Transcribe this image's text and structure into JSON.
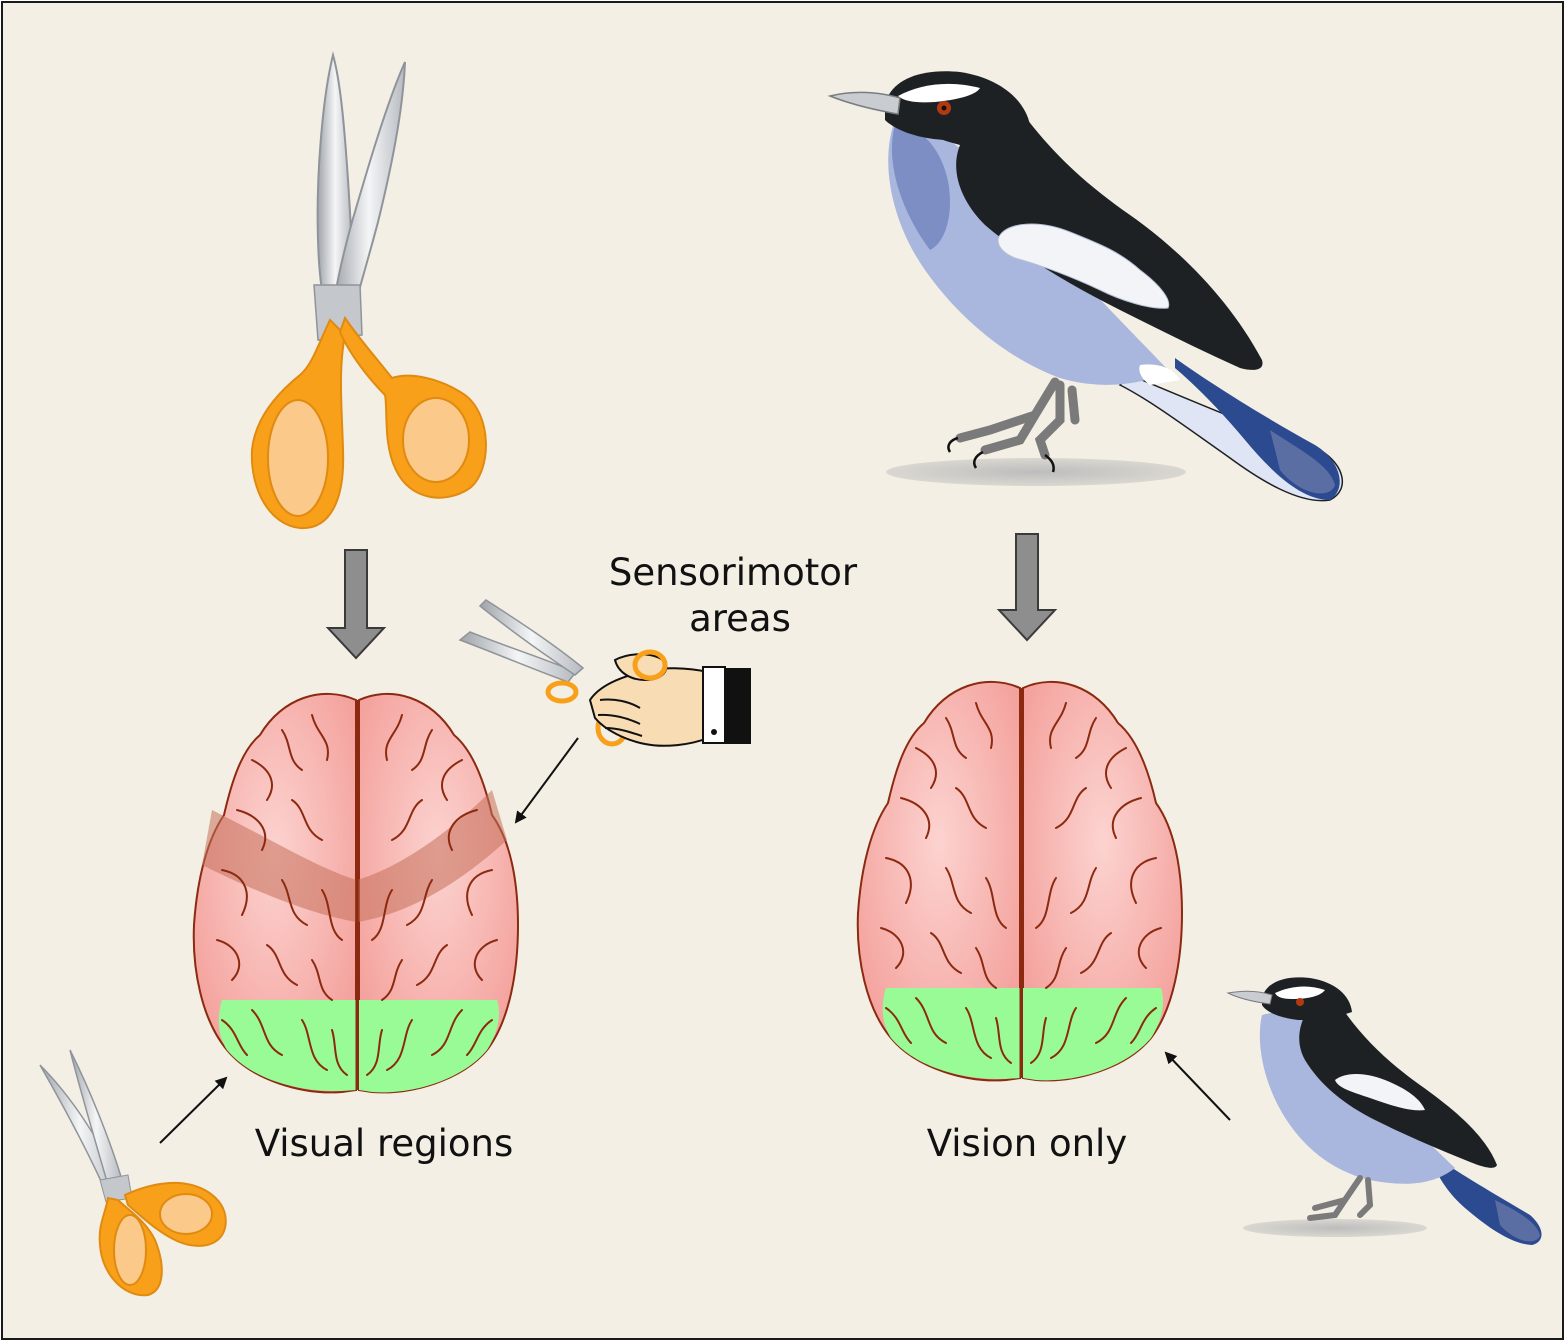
{
  "labels": {
    "sensorimotor_line1": "Sensorimotor",
    "sensorimotor_line2": "areas",
    "visual_regions": "Visual regions",
    "vision_only": "Vision only"
  },
  "colors": {
    "background": "#f3efe5",
    "frame": "#1a1a1a",
    "brain_fill": "#f6a7a3",
    "brain_sulci": "#8b2a10",
    "visual_region": "#99fb95",
    "sensorimotor_band": "#c5705a",
    "scissor_handle": "#f9a01b",
    "scissor_blade": "#c9ccd0",
    "arrow_fill": "#8e8e8e",
    "bird_black": "#1e2124",
    "bird_blue": "#a9b6dd",
    "bird_dark_blue": "#2c4a8f",
    "bird_legs": "#8c8c8c",
    "hand_skin": "#f8dcb4"
  },
  "icons": [
    "scissors-icon",
    "bird-icon",
    "brain-icon",
    "hand-holding-scissors-icon",
    "down-arrow-icon",
    "pointer-arrow-icon"
  ]
}
